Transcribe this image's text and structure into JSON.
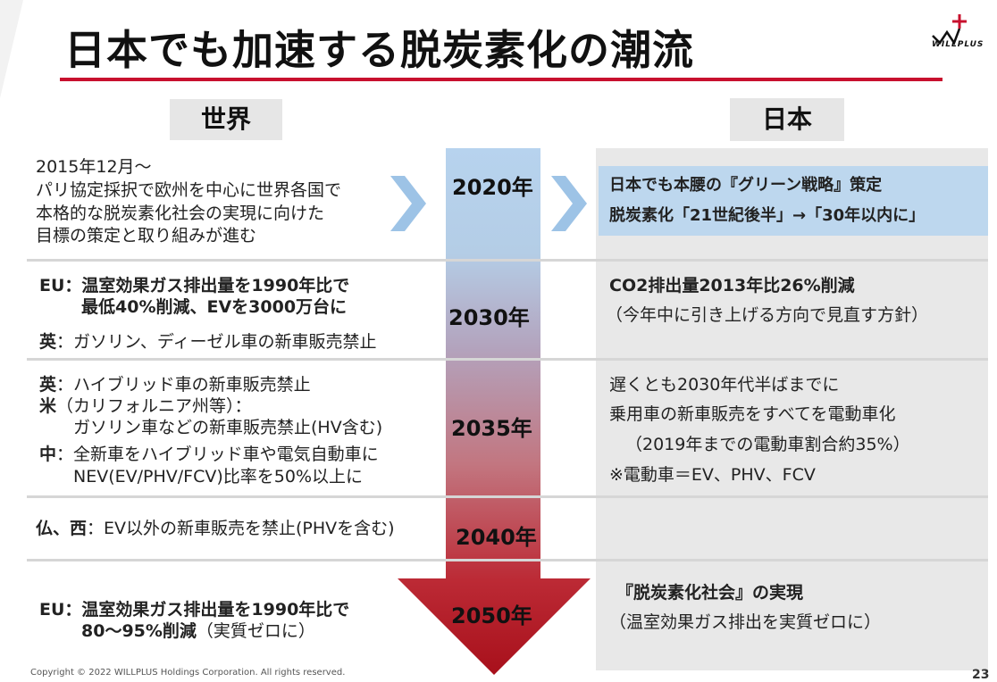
{
  "title": "日本でも加速する脱炭素化の潮流",
  "logo": {
    "text": "WILLPLUS"
  },
  "headers": {
    "world": "世界",
    "japan": "日本"
  },
  "years": [
    "2020年",
    "2030年",
    "2035年",
    "2040年",
    "2050年"
  ],
  "rows": {
    "r2020": {
      "world": [
        "2015年12月～",
        "パリ協定採択で欧州を中心に世界各国で",
        "本格的な脱炭素化社会の実現に向けた",
        "目標の策定と取り組みが進む"
      ],
      "japan": [
        "日本でも本腰の『グリーン戦略』策定",
        "脱炭素化「21世紀後半」→「30年以内に」"
      ]
    },
    "r2030": {
      "world": [
        {
          "key": "EU：",
          "text": "温室効果ガス排出量を1990年比で"
        },
        {
          "key": "",
          "text": "最低40%削減、EVを3000万台に"
        },
        {
          "key": "英",
          "text": "：ガソリン、ディーゼル車の新車販売禁止"
        }
      ],
      "japan": [
        "CO2排出量2013年比26%削減",
        "（今年中に引き上げる方向で見直す方針）"
      ]
    },
    "r2035": {
      "world": [
        {
          "key": "英",
          "text": "：ハイブリッド車の新車販売禁止"
        },
        {
          "key": "米",
          "text": "（カリフォルニア州等）："
        },
        {
          "key": "",
          "text": "ガソリン車などの新車販売禁止(HV含む)"
        },
        {
          "key": "中",
          "text": "：全新車をハイブリッド車や電気自動車に"
        },
        {
          "key": "",
          "text": "NEV(EV/PHV/FCV)比率を50%以上に"
        }
      ],
      "japan": [
        "遅くとも2030年代半ばまでに",
        "乗用車の新車販売をすべてを電動車化",
        "（2019年までの電動車割合約35%）",
        "※電動車＝EV、PHV、FCV"
      ]
    },
    "r2040": {
      "world": [
        {
          "key": "仏、西",
          "text": "：EV以外の新車販売を禁止(PHVを含む)"
        }
      ]
    },
    "r2050": {
      "world": [
        {
          "key": "EU：",
          "text": "温室効果ガス排出量を1990年比で"
        },
        {
          "key": "",
          "text": "80～95%削減",
          "suffix": "（実質ゼロに）"
        }
      ],
      "japan": [
        "『脱炭素化社会』の実現",
        "（温室効果ガス排出を実質ゼロに）"
      ]
    }
  },
  "footer": {
    "copyright": "Copyright © 2022 WILLPLUS Holdings Corporation. All rights reserved.",
    "page": "23"
  },
  "colors": {
    "accent": "#c8102e",
    "arrow_top": "#b7d3ee",
    "arrow_bottom": "#b3121f",
    "chevron": "#9dc3e6",
    "panel": "#e8e8e8",
    "highlight": "#bdd7ee"
  }
}
